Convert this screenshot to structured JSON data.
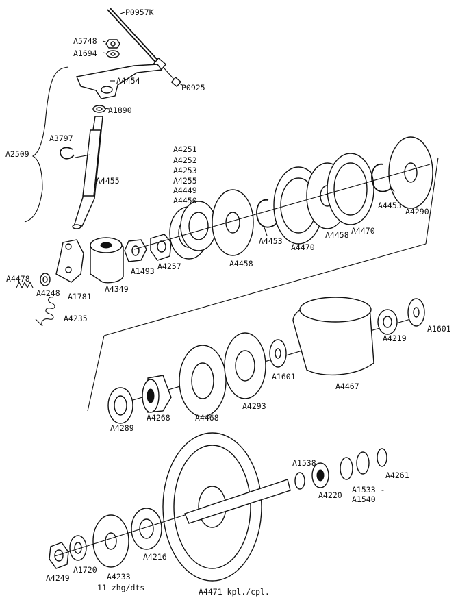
{
  "labels": {
    "p0957k": "P0957K",
    "a5748": "A5748",
    "a1694": "A1694",
    "a4454": "A4454",
    "p0925": "P0925",
    "a1890": "A1890",
    "a2509": "A2509",
    "a3797": "A3797",
    "a4455": "A4455",
    "a4251": "A4251",
    "a4252": "A4252",
    "a4253": "A4253",
    "a4255": "A4255",
    "a4449": "A4449",
    "a4450": "A4450",
    "a4453_right": "A4453",
    "a4290": "A4290",
    "a4470_right": "A4470",
    "a4458_right": "A4458",
    "a4470_left": "A4470",
    "a4453_left": "A4453",
    "a4458_left": "A4458",
    "a4257": "A4257",
    "a1493": "A1493",
    "a4349": "A4349",
    "a4478": "A4478",
    "a4248": "A4248",
    "a1781": "A1781",
    "a4235": "A4235",
    "a4219": "A4219",
    "a1601_right": "A1601",
    "a1601_left": "A1601",
    "a4467": "A4467",
    "a4293": "A4293",
    "a4468": "A4468",
    "a4268": "A4268",
    "a4289": "A4289",
    "a1538": "A1538",
    "a4261": "A4261",
    "a4220": "A4220",
    "a1533": "A1533 -",
    "a1540": "A1540",
    "a4249": "A4249",
    "a1720": "A1720",
    "a4233": "A4233",
    "teeth": "11 zhg/dts",
    "a4216": "A4216",
    "a4471": "A4471 kpl./cpl."
  }
}
